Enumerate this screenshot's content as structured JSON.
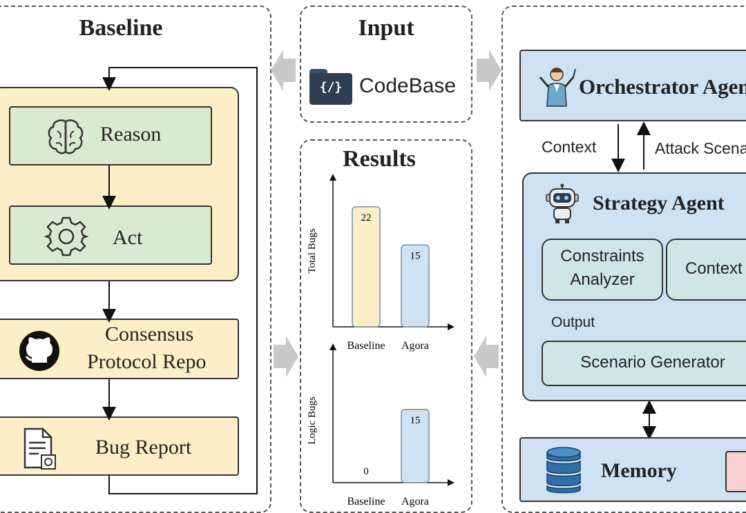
{
  "baseline": {
    "title": "Baseline",
    "reason": "Reason",
    "act": "Act",
    "repo_line1": "Consensus",
    "repo_line2": "Protocol Repo",
    "bug_report": "Bug Report"
  },
  "input": {
    "title": "Input",
    "codebase": "CodeBase",
    "code_icon_text": "{/}"
  },
  "results": {
    "title": "Results",
    "top_chart_ylabel": "Total Bugs",
    "bottom_chart_ylabel": "Logic Bugs"
  },
  "agora": {
    "orchestrator": "Orchestrator Agent",
    "context_arrow": "Context",
    "attack_arrow": "Attack Scenario",
    "strategy": "Strategy Agent",
    "constraints_line1": "Constraints",
    "constraints_line2": "Analyzer",
    "context_box": "Context",
    "output": "Output",
    "scenario_generator": "Scenario Generator",
    "memory": "Memory"
  },
  "colors": {
    "baseline_bar": "#fcefc7",
    "agora_bar": "#cfe2f3",
    "green": "#d9ead3",
    "blue": "#cfe2f3",
    "teal": "#d0e6e6",
    "gray_arrow": "#c8c8c8"
  },
  "chart_data": [
    {
      "type": "bar",
      "categories": [
        "Baseline",
        "Agora"
      ],
      "values": [
        22,
        15
      ],
      "ylabel": "Total Bugs"
    },
    {
      "type": "bar",
      "categories": [
        "Baseline",
        "Agora"
      ],
      "values": [
        0,
        15
      ],
      "ylabel": "Logic Bugs"
    }
  ]
}
